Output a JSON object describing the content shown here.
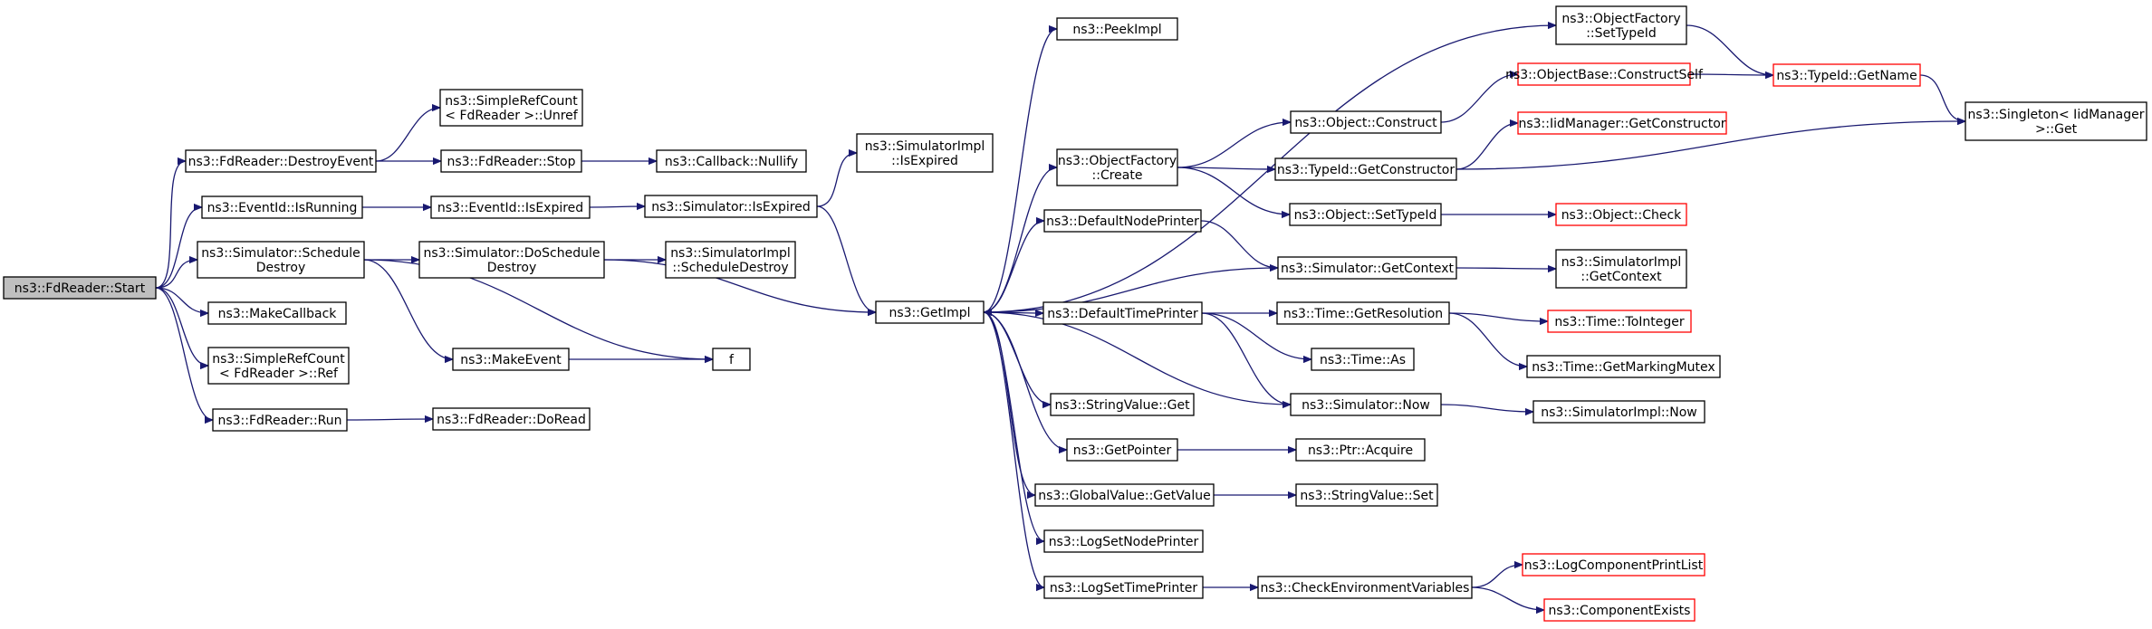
{
  "colors": {
    "edge": "#191970",
    "node_border": "#000000",
    "node_border_missing": "#ff0000",
    "root_fill": "#bfbfbf",
    "node_fill": "#ffffff"
  },
  "nodes": [
    {
      "id": "start",
      "lines": [
        "ns3::FdReader::Start"
      ],
      "root": true
    },
    {
      "id": "destroyEvent",
      "lines": [
        "ns3::FdReader::DestroyEvent"
      ]
    },
    {
      "id": "isRunning",
      "lines": [
        "ns3::EventId::IsRunning"
      ]
    },
    {
      "id": "schedDestroy",
      "lines": [
        "ns3::Simulator::Schedule",
        "Destroy"
      ]
    },
    {
      "id": "makeCallback",
      "lines": [
        "ns3::MakeCallback"
      ]
    },
    {
      "id": "simpleRef",
      "lines": [
        "ns3::SimpleRefCount",
        "< FdReader >::Ref"
      ]
    },
    {
      "id": "run",
      "lines": [
        "ns3::FdReader::Run"
      ]
    },
    {
      "id": "simpleUnref",
      "lines": [
        "ns3::SimpleRefCount",
        "< FdReader >::Unref"
      ]
    },
    {
      "id": "stop",
      "lines": [
        "ns3::FdReader::Stop"
      ]
    },
    {
      "id": "eventIsExpired",
      "lines": [
        "ns3::EventId::IsExpired"
      ]
    },
    {
      "id": "doSchedDestroy",
      "lines": [
        "ns3::Simulator::DoSchedule",
        "Destroy"
      ]
    },
    {
      "id": "makeEvent",
      "lines": [
        "ns3::MakeEvent"
      ]
    },
    {
      "id": "doRead",
      "lines": [
        "ns3::FdReader::DoRead"
      ]
    },
    {
      "id": "nullify",
      "lines": [
        "ns3::Callback::Nullify"
      ]
    },
    {
      "id": "simIsExpired",
      "lines": [
        "ns3::Simulator::IsExpired"
      ]
    },
    {
      "id": "implSchedDestroy",
      "lines": [
        "ns3::SimulatorImpl",
        "::ScheduleDestroy"
      ]
    },
    {
      "id": "f",
      "lines": [
        "f"
      ]
    },
    {
      "id": "implIsExpired",
      "lines": [
        "ns3::SimulatorImpl",
        "::IsExpired"
      ]
    },
    {
      "id": "getImpl",
      "lines": [
        "ns3::GetImpl"
      ]
    },
    {
      "id": "peekImpl",
      "lines": [
        "ns3::PeekImpl"
      ]
    },
    {
      "id": "ofCreate",
      "lines": [
        "ns3::ObjectFactory",
        "::Create"
      ]
    },
    {
      "id": "defNodePrinter",
      "lines": [
        "ns3::DefaultNodePrinter"
      ]
    },
    {
      "id": "defTimePrinter",
      "lines": [
        "ns3::DefaultTimePrinter"
      ]
    },
    {
      "id": "svGet",
      "lines": [
        "ns3::StringValue::Get"
      ]
    },
    {
      "id": "getPointer",
      "lines": [
        "ns3::GetPointer"
      ]
    },
    {
      "id": "gvGetValue",
      "lines": [
        "ns3::GlobalValue::GetValue"
      ]
    },
    {
      "id": "logSetNodePrinter",
      "lines": [
        "ns3::LogSetNodePrinter"
      ]
    },
    {
      "id": "logSetTimePrinter",
      "lines": [
        "ns3::LogSetTimePrinter"
      ]
    },
    {
      "id": "ofSetTypeId",
      "lines": [
        "ns3::ObjectFactory",
        "::SetTypeId"
      ]
    },
    {
      "id": "objConstruct",
      "lines": [
        "ns3::Object::Construct"
      ]
    },
    {
      "id": "tidGetConstructor",
      "lines": [
        "ns3::TypeId::GetConstructor"
      ]
    },
    {
      "id": "objSetTypeId",
      "lines": [
        "ns3::Object::SetTypeId"
      ]
    },
    {
      "id": "simGetContext",
      "lines": [
        "ns3::Simulator::GetContext"
      ]
    },
    {
      "id": "timeGetResolution",
      "lines": [
        "ns3::Time::GetResolution"
      ]
    },
    {
      "id": "timeAs",
      "lines": [
        "ns3::Time::As"
      ]
    },
    {
      "id": "simNow",
      "lines": [
        "ns3::Simulator::Now"
      ]
    },
    {
      "id": "ptrAcquire",
      "lines": [
        "ns3::Ptr::Acquire"
      ]
    },
    {
      "id": "svSet",
      "lines": [
        "ns3::StringValue::Set"
      ]
    },
    {
      "id": "checkEnv",
      "lines": [
        "ns3::CheckEnvironmentVariables"
      ]
    },
    {
      "id": "obConstructSelf",
      "lines": [
        "ns3::ObjectBase::ConstructSelf"
      ],
      "missing": true
    },
    {
      "id": "iidGetConstructor",
      "lines": [
        "ns3::IidManager::GetConstructor"
      ],
      "missing": true
    },
    {
      "id": "objCheck",
      "lines": [
        "ns3::Object::Check"
      ],
      "missing": true
    },
    {
      "id": "implGetContext",
      "lines": [
        "ns3::SimulatorImpl",
        "::GetContext"
      ]
    },
    {
      "id": "timeToInteger",
      "lines": [
        "ns3::Time::ToInteger"
      ],
      "missing": true
    },
    {
      "id": "timeMarkingMutex",
      "lines": [
        "ns3::Time::GetMarkingMutex"
      ]
    },
    {
      "id": "implNow",
      "lines": [
        "ns3::SimulatorImpl::Now"
      ]
    },
    {
      "id": "logCompPrintList",
      "lines": [
        "ns3::LogComponentPrintList"
      ],
      "missing": true
    },
    {
      "id": "compExists",
      "lines": [
        "ns3::ComponentExists"
      ],
      "missing": true
    },
    {
      "id": "tidGetName",
      "lines": [
        "ns3::TypeId::GetName"
      ],
      "missing": true
    },
    {
      "id": "singletonGet",
      "lines": [
        "ns3::Singleton< IidManager",
        " >::Get"
      ]
    }
  ],
  "edges": [
    [
      "start",
      "destroyEvent"
    ],
    [
      "start",
      "isRunning"
    ],
    [
      "start",
      "schedDestroy"
    ],
    [
      "start",
      "makeCallback"
    ],
    [
      "start",
      "simpleRef"
    ],
    [
      "start",
      "run"
    ],
    [
      "destroyEvent",
      "simpleUnref"
    ],
    [
      "destroyEvent",
      "stop"
    ],
    [
      "stop",
      "nullify"
    ],
    [
      "isRunning",
      "eventIsExpired"
    ],
    [
      "eventIsExpired",
      "simIsExpired"
    ],
    [
      "schedDestroy",
      "doSchedDestroy"
    ],
    [
      "schedDestroy",
      "makeEvent"
    ],
    [
      "schedDestroy",
      "f"
    ],
    [
      "doSchedDestroy",
      "implSchedDestroy"
    ],
    [
      "doSchedDestroy",
      "getImpl"
    ],
    [
      "makeEvent",
      "f"
    ],
    [
      "run",
      "doRead"
    ],
    [
      "simIsExpired",
      "implIsExpired"
    ],
    [
      "simIsExpired",
      "getImpl"
    ],
    [
      "getImpl",
      "peekImpl"
    ],
    [
      "getImpl",
      "ofCreate"
    ],
    [
      "getImpl",
      "ofSetTypeId"
    ],
    [
      "getImpl",
      "defNodePrinter"
    ],
    [
      "getImpl",
      "defTimePrinter"
    ],
    [
      "getImpl",
      "svGet"
    ],
    [
      "getImpl",
      "getPointer"
    ],
    [
      "getImpl",
      "gvGetValue"
    ],
    [
      "getImpl",
      "logSetNodePrinter"
    ],
    [
      "getImpl",
      "logSetTimePrinter"
    ],
    [
      "ofCreate",
      "objConstruct"
    ],
    [
      "ofCreate",
      "tidGetConstructor"
    ],
    [
      "ofCreate",
      "objSetTypeId"
    ],
    [
      "ofSetTypeId",
      "tidGetName"
    ],
    [
      "objConstruct",
      "obConstructSelf"
    ],
    [
      "obConstructSelf",
      "tidGetName"
    ],
    [
      "tidGetName",
      "singletonGet"
    ],
    [
      "tidGetConstructor",
      "iidGetConstructor"
    ],
    [
      "tidGetConstructor",
      "singletonGet"
    ],
    [
      "objSetTypeId",
      "objCheck"
    ],
    [
      "defNodePrinter",
      "simGetContext"
    ],
    [
      "simGetContext",
      "implGetContext"
    ],
    [
      "simGetContext",
      "getImpl"
    ],
    [
      "defTimePrinter",
      "timeGetResolution"
    ],
    [
      "defTimePrinter",
      "timeAs"
    ],
    [
      "defTimePrinter",
      "simNow"
    ],
    [
      "timeGetResolution",
      "timeToInteger"
    ],
    [
      "timeGetResolution",
      "timeMarkingMutex"
    ],
    [
      "simNow",
      "implNow"
    ],
    [
      "simNow",
      "getImpl"
    ],
    [
      "getPointer",
      "ptrAcquire"
    ],
    [
      "gvGetValue",
      "svSet"
    ],
    [
      "logSetTimePrinter",
      "checkEnv"
    ],
    [
      "checkEnv",
      "logCompPrintList"
    ],
    [
      "checkEnv",
      "compExists"
    ]
  ]
}
